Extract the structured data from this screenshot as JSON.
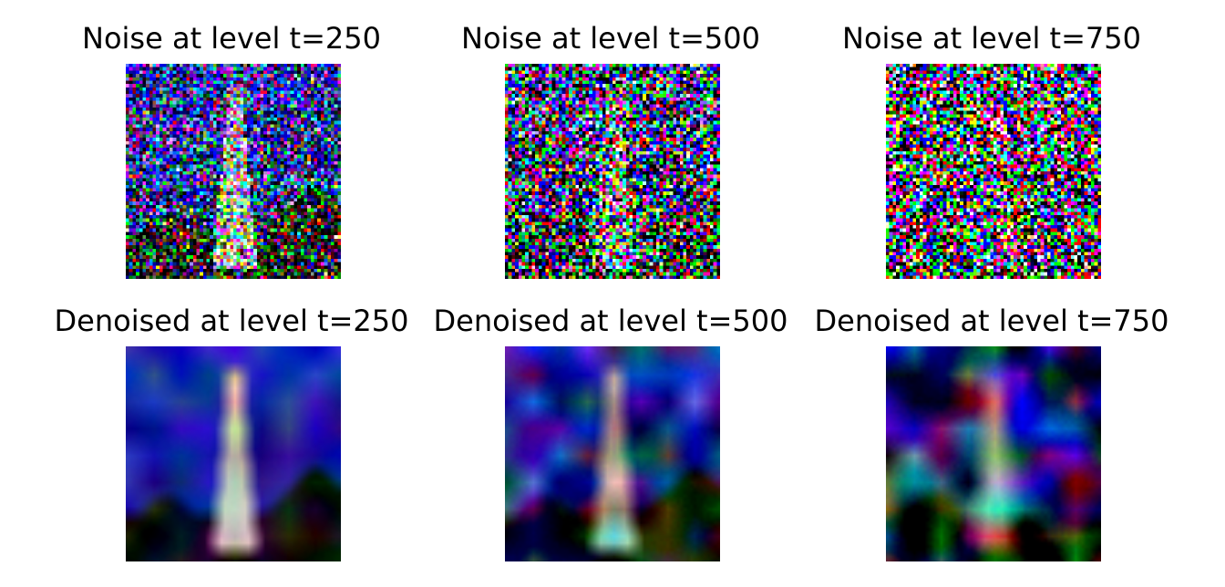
{
  "figure": {
    "panels": [
      {
        "title": "Noise at level t=250",
        "kind": "noisy",
        "noise_level": 250
      },
      {
        "title": "Noise at level t=500",
        "kind": "noisy",
        "noise_level": 500
      },
      {
        "title": "Noise at level t=750",
        "kind": "noisy",
        "noise_level": 750
      },
      {
        "title": "Denoised at level t=250",
        "kind": "denoised",
        "noise_level": 250
      },
      {
        "title": "Denoised at level t=500",
        "kind": "denoised",
        "noise_level": 500
      },
      {
        "title": "Denoised at level t=750",
        "kind": "denoised",
        "noise_level": 750
      }
    ],
    "colors": {
      "sky": "#1a2fd6",
      "tower": "#f2e8c8",
      "trees": "#050505"
    }
  }
}
